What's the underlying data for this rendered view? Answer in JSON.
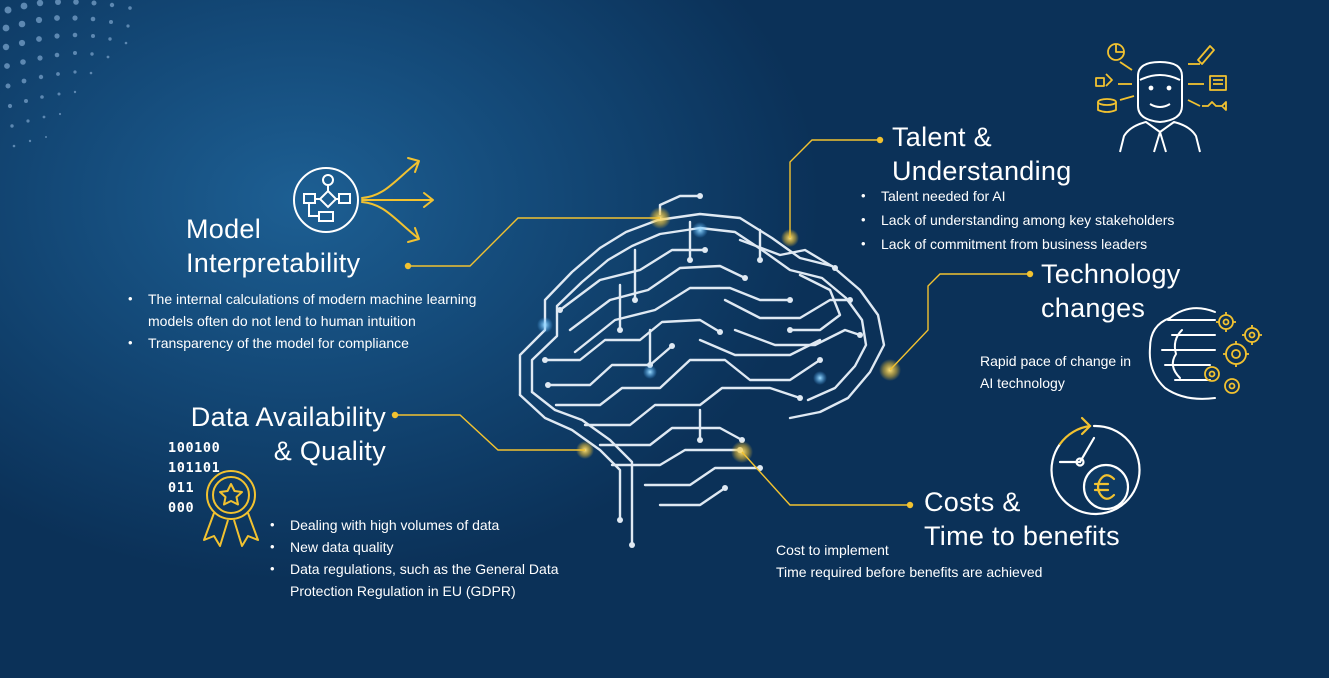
{
  "colors": {
    "accent": "#f2c230",
    "background": "#0e3a64",
    "text": "#ffffff"
  },
  "sections": {
    "model": {
      "title_lines": [
        "Model",
        "Interpretability"
      ],
      "bullets": [
        "The internal calculations of modern machine learning",
        "models often do not lend to human intuition",
        "Transparency of the model for compliance"
      ],
      "icon": "flowchart-icon"
    },
    "data": {
      "title_lines": [
        "Data Availability",
        "& Quality"
      ],
      "binary": [
        "100100",
        "101101",
        "011",
        "000"
      ],
      "bullets": [
        "Dealing with high volumes of data",
        "New data quality",
        "Data regulations, such as the General Data",
        "Protection Regulation in EU (GDPR)"
      ],
      "icon": "award-ribbon-icon"
    },
    "talent": {
      "title_lines": [
        "Talent &",
        "Understanding"
      ],
      "bullets": [
        "Talent needed for AI",
        "Lack of understanding among key stakeholders",
        "Lack of commitment from business leaders"
      ],
      "icon": "person-tools-icon"
    },
    "technology": {
      "title_lines": [
        "Technology",
        "changes"
      ],
      "text_lines": [
        "Rapid pace of change in",
        "AI technology"
      ],
      "icon": "head-gears-icon"
    },
    "costs": {
      "title_lines": [
        "Costs &",
        "Time to benefits"
      ],
      "text_lines": [
        "Cost to implement",
        "Time required before benefits are achieved"
      ],
      "icon": "clock-euro-icon"
    }
  }
}
